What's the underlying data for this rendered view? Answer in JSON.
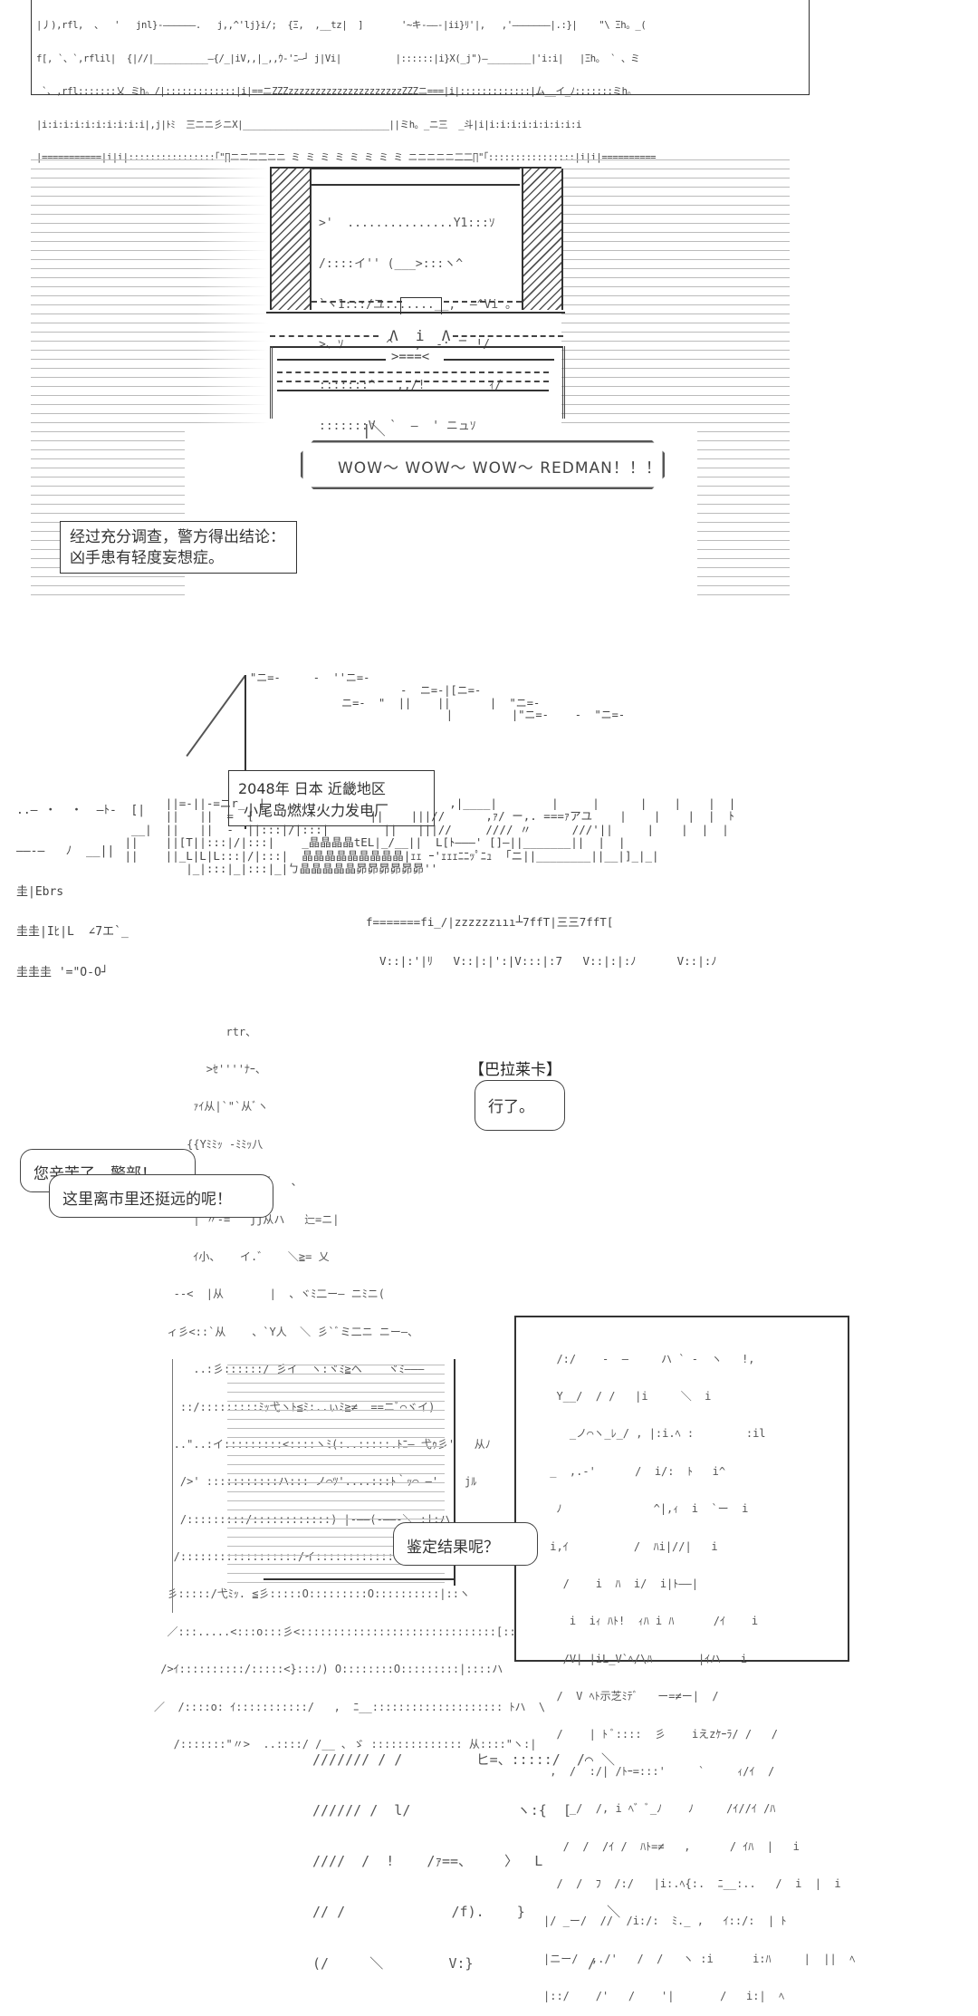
{
  "panel1": {
    "ascii_rows": [
      "|丿),rfl,  、  '   jnl}-――――――.   j,,^'lj}i/;  {Ξ,  ,__tz|  ]       '~キ‐――‐|ii}ﾘ'|,   ,'―――――――|.:}|    \"\\ Ξh。_(",
      "f[, `、`,rflil|  {|//|__________―{/_|iV,,|_,,ｳ-'ﾆ―┘ j|Vi|          |::::::|i}X(_j\")―________|'i:i|   |Ξh。 ` 、ミ",
      " `、,rfl:::::::乂 ミh。/|:::::::::::::|i|==ニZZZzzzzzzzzzzzzzzzzzzzzzZZZニ===|i|:::::::::::::|ム__イ_ﾉ:::::::ミh。",
      "|i:i:i:i:i:i:i:i:i:i|,j|ﾄﾐ  三ニニ彡ニX|___________________________||ミh。_ニ三  _斗|i|i:i:i:i:i:i:i:i:i",
      "|===========|i|i|::::::::::::::::｢\"∏ニニ二二ニニ ミ ミ ミ ミ ミ ミ ミ ミ ニニニニニ二二∏\"｢::::::::::::::::|i|i|=========="
    ]
  },
  "panel2": {
    "tv_rows": [
      ">'  ...............Y1:::ｿ",
      "/::::イ'' (___>:::ヽ^",
      "`ヽ1:::/ユ.......__,  ―^Vi 。",
      ">、ｿ      ^.  ,  -: ニ.!/",
      ":::::::^   ,,/!         ｨ/",
      ":::::::V  `  ―  ' ニュｿ"
    ],
    "shout": "WOW～  WOW～  WOW～   REDMAN！！！",
    "narration_line1": "经过充分调查，警方得出结论：",
    "narration_line2": "凶手患有轻度妄想症。"
  },
  "panel3": {
    "caption_line1": "2048年  日本  近畿地区",
    "caption_line2": "小尾岛燃煤火力发电厂",
    "left_rows": [
      "..― ・  ・  ―ﾄ‐  [|",
      "――‐―   ﾉ  __||",
      "圭|Ebrs",
      "圭圭|Iﾋ|L  ∠7エ`_",
      "圭圭圭 '=\"O-O┘"
    ],
    "bottom_rows": [
      "f=======fi_/|zzzzzzııı┴7ffT|三三7ffT[",
      "  V::|:'|ﾘ   V::|:|':|V:::|:7   V::|:|:ﾉ      V::|:ﾉ"
    ]
  },
  "panel4": {
    "speaker_tag": "【巴拉莱卡】",
    "speaker_line": "行了。",
    "bubble_left_1": "您辛苦了，警部！",
    "bubble_left_2": "这里离市里还挺远的呢！",
    "bubble_question": "鉴定结果呢？",
    "figure_rows": [
      "           rtr、",
      "        >ｾ''''ﾅｰ、",
      "      ｧｲ从|`\"`从ﾞヽ",
      "     {{Yﾐﾐｯ -ﾐﾐｯ八",
      "     (l|彡ｿ  ´\"´ｲ爪   、",
      "      | 〃-=   jj从ハ   辷=ニ|",
      "      ｲ小、   イ.゛   ＼≧= 乂",
      "   --<  |从       |  、ヾﾐ二ー― ニﾐニ(",
      "  ィ彡<::`从    、`Y人  ＼ 彡`ﾞミ二ニ ニー―、",
      "      ..:彡::::::/ 彡イ  ヽ:ヾﾐ≧ヘ    ヾﾐ―――",
      "    ::/:::::::::ﾐｯ弋ヽﾄ≦ﾐ:..ぃﾐ≧≠  ==ニﾞ⌒ヾイ)",
      "   ..\"..:イ:::::::::<::::ヽﾐ(:..:::::.ﾄﾆ― 弋ｩ彡'   从ﾉ",
      "    />' :::::::::::ハ::: ノ⌒ﾂ'....:::ﾄ｀ｯ⌒ ―'    jﾙ",
      "    /:::::::::/::::::::::::) |‐――(‐――-＼ :|:ハ",
      "   /::::::::::::::::::/イ:::::::::::::::::::::::|>ヽ",
      "  彡:::::/弋ﾐｯ. ≦彡:::::O:::::::::O::::::::::|::ヽ",
      "  ／:::.....<:::o:::彡<::::::::::::::::::::::::::::::[::::::ﾄ",
      " />ｲ::::::::::/:::::<}:::ﾉ) O::::::::O:::::::::|::::ハ",
      "／  /::::o: ｲ:::::::::::/   ,  ﾆ__:::::::::::::::::::: ﾄハ  \\",
      "   /:::::::\"〃>  ..::::/ /__ ､ ゞ :::::::::::::: 从::::\"ヽ:|"
    ],
    "inset_rows": [
      "  /:/    -  ―     ハ ` -  ヽ   !,",
      "  Y__/  / /   |i     ＼  i",
      "    _ノ⌒ヽ_ﾚ_/ , |:i.ﾍ :        :il",
      " _  ,.-'      /  i/:  ﾄ   i^",
      "  ﾉ              ^|,ｨ  i  `ー  i",
      " i,ｲ          /  ﾊi|//|   i",
      "   /    i  ﾊ  i/  i|ﾄ――|",
      "    i  iｨ ﾊﾄ!  ｨﾊ i ﾊ      /ｲ    i",
      "   /V| |iL_V`ﾍ/\\ﾊ       |ｲハ   i",
      "  /  V ﾍﾄ示芝ﾐﾃﾞ   ー=≠ー|  /",
      "  /    | ﾄ ﾞ::::  彡    iえzｹｰﾗ/ /   /",
      " ,  /  :/| /ﾄｰ=:::'     `     ｨ/ｲ  /",
      "    _/  /, i ﾍ゛ﾞ_ﾉ    ﾉ     /ｲ//ｲ /ﾊ",
      "   /  /  /ｲ /  ﾊﾄ=≠   ,      / ｲﾊ  |   i",
      "  /  /  ﾌ  /:/   |i:.ﾍ{:.  ﾆ__:..   /  i  |  i",
      "|/ _ー/  //  /i:/:  ﾐ._ ,   ｲ::/:  | ﾄ ",
      "|ニー/  ,./'   /  /   ヽ :i      i:ﾊ     |  ||  ﾍ",
      "|::/    /'   /    '|       /   i:|  ﾍ"
    ]
  },
  "panel5": {
    "rows": [
      "/////// / /         ヒ=、:::::/  /⌒ ＼",
      "////// /  l/             ヽ:{  [",
      "////  /  !    /ｧ==、    〉  L",
      "// /             /f).    }          ＼",
      "(/     ＼        V:}              /"
    ]
  }
}
